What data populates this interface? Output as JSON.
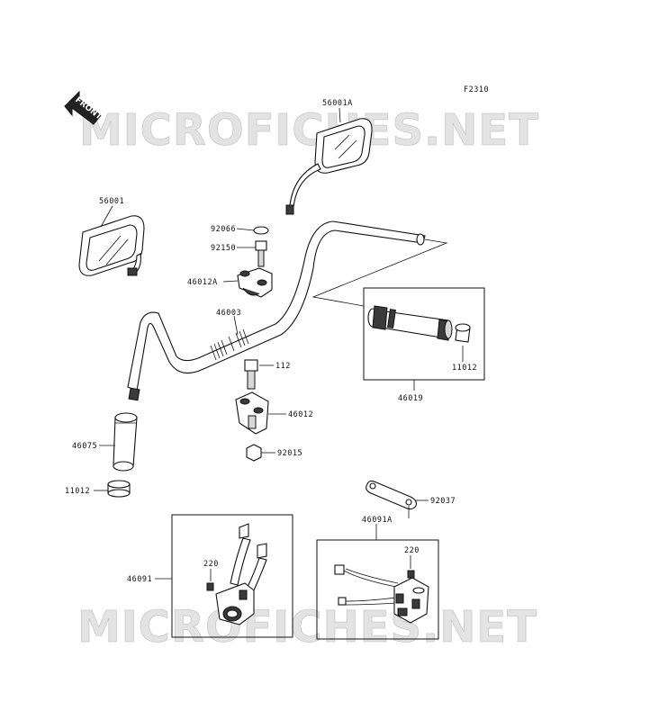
{
  "figure_code": "F2310",
  "front_arrow_label": "FRONT",
  "watermark_text": "MICROFICHES.NET",
  "parts": {
    "mirror_right": "56001A",
    "mirror_left": "56001",
    "cap": "92066",
    "bolt_upper": "92150",
    "holder_upper": "46012A",
    "handlebar": "46003",
    "bolt": "112",
    "holder_lower": "46012",
    "nut": "92015",
    "grip_left": "46075",
    "end_cap_left": "11012",
    "end_cap_right": "11012",
    "grip_assy": "46019",
    "bracket": "92037",
    "switch_right": "46091A",
    "switch_left": "46091",
    "screw_left": "220",
    "screw_right": "220"
  }
}
